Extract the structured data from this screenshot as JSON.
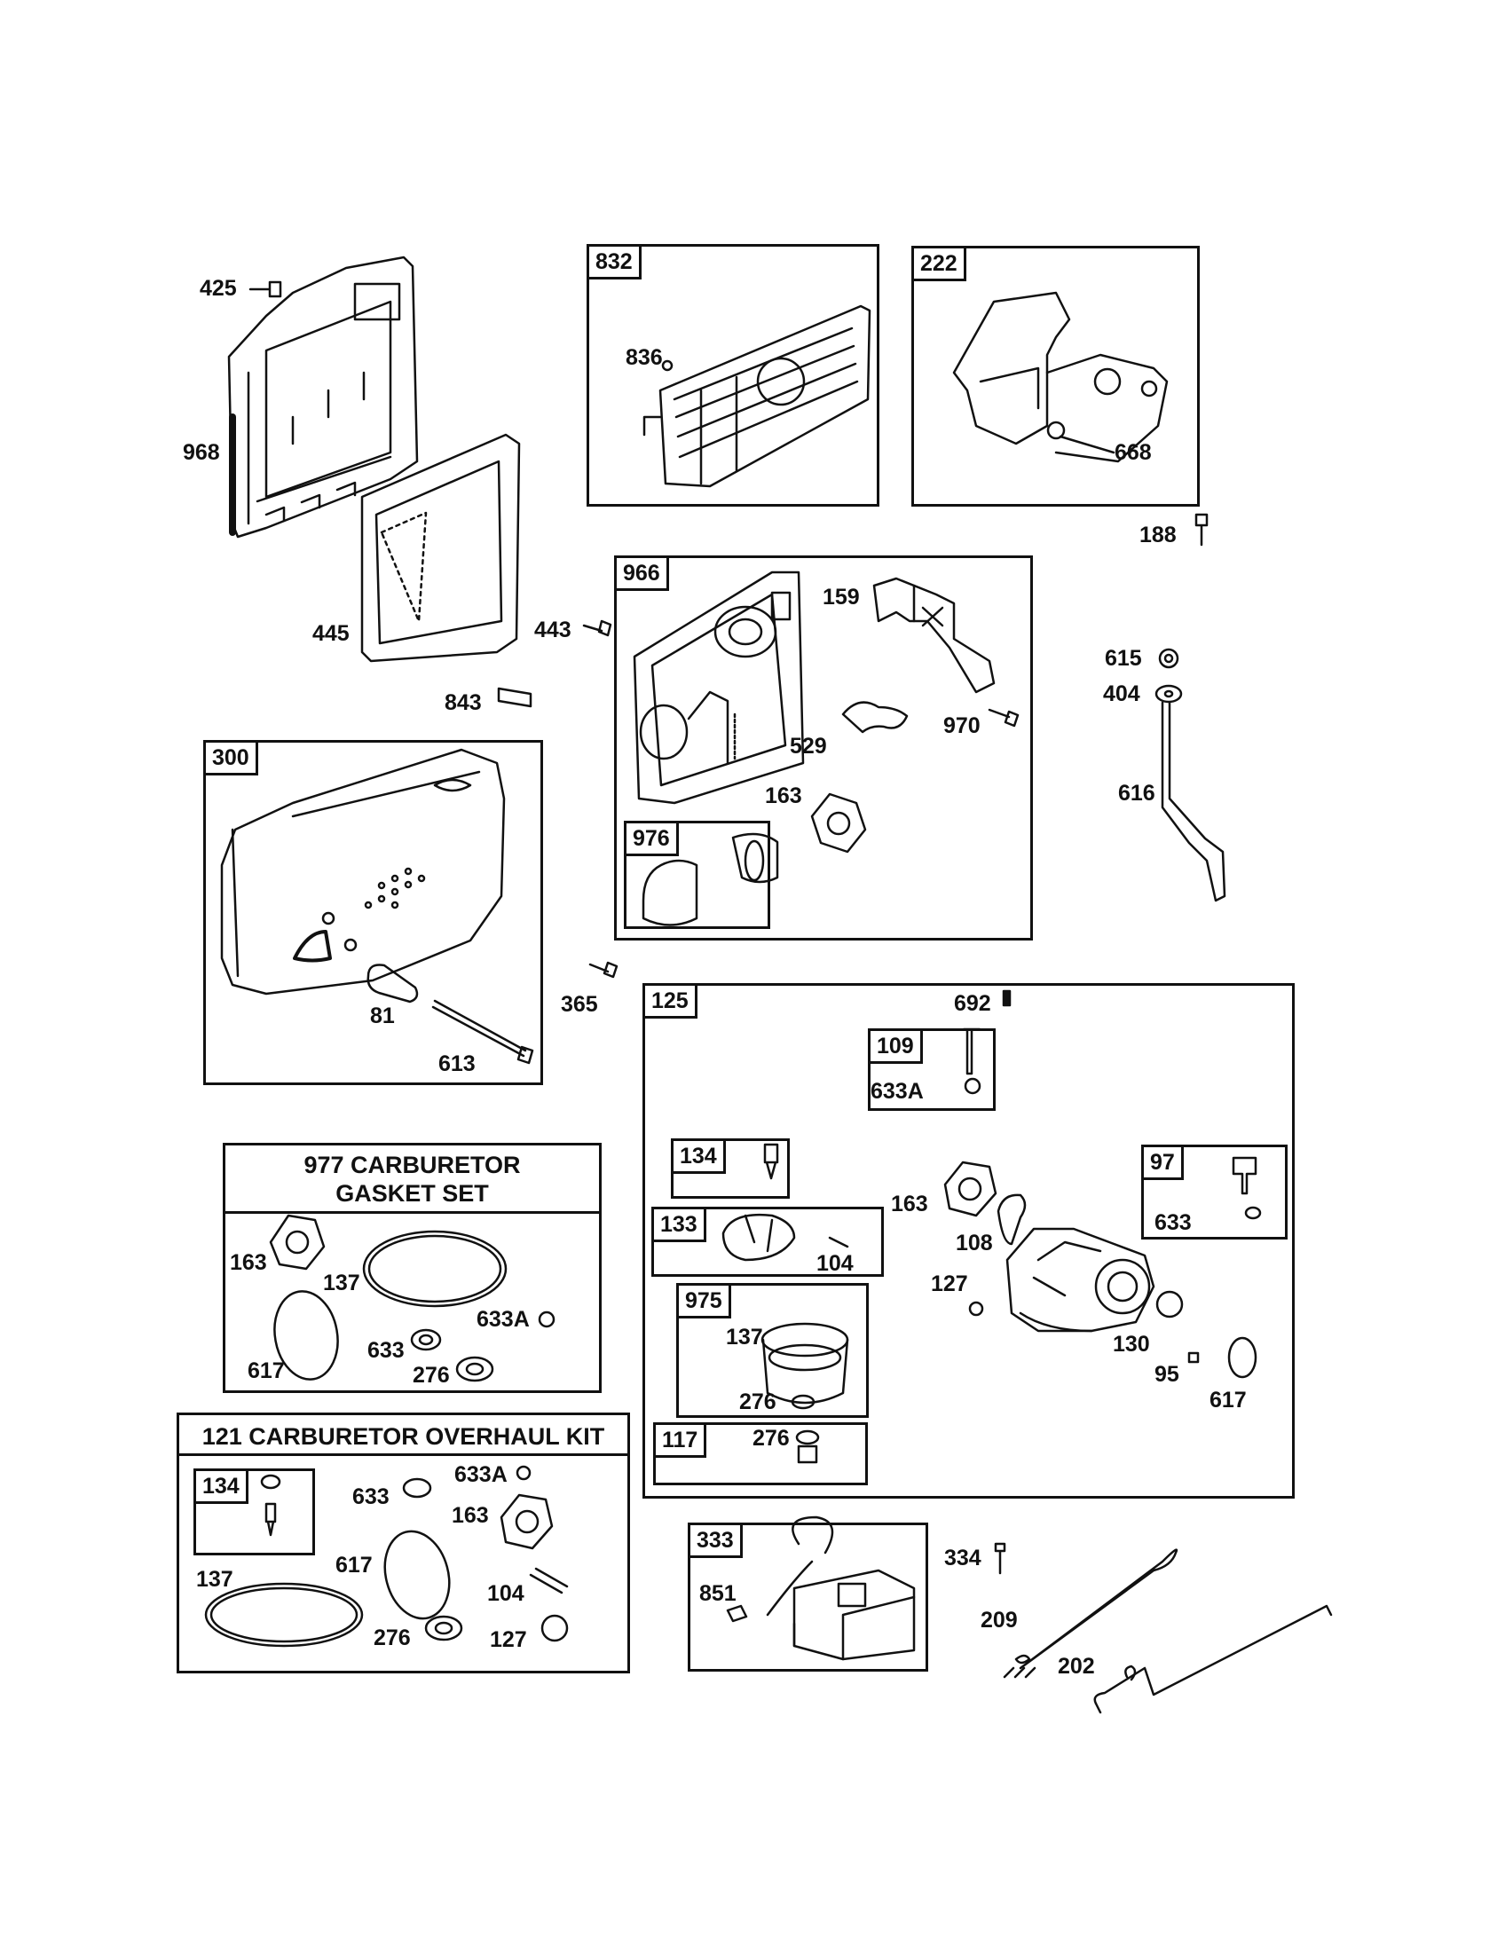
{
  "boxes": {
    "b832": {
      "tag": "832"
    },
    "b222": {
      "tag": "222"
    },
    "b966": {
      "tag": "966"
    },
    "b976": {
      "tag": "976"
    },
    "b300": {
      "tag": "300"
    },
    "b125": {
      "tag": "125"
    },
    "b109": {
      "tag": "109"
    },
    "b134a": {
      "tag": "134"
    },
    "b133": {
      "tag": "133"
    },
    "b975": {
      "tag": "975"
    },
    "b117": {
      "tag": "117"
    },
    "b97": {
      "tag": "97"
    },
    "b333": {
      "tag": "333"
    },
    "b134b": {
      "tag": "134"
    }
  },
  "kits": {
    "gasket_set": {
      "line1": "977 CARBURETOR",
      "line2": "GASKET SET"
    },
    "overhaul_kit": {
      "title": "121 CARBURETOR OVERHAUL KIT"
    }
  },
  "labels": {
    "p425": "425",
    "p968": "968",
    "p445": "445",
    "p836": "836",
    "p668": "668",
    "p188": "188",
    "p443": "443",
    "p159": "159",
    "p843": "843",
    "p615": "615",
    "p404": "404",
    "p970": "970",
    "p529": "529",
    "p163a": "163",
    "p616": "616",
    "p81": "81",
    "p613": "613",
    "p365": "365",
    "p692": "692",
    "p633a1": "633A",
    "p163b": "163",
    "p108": "108",
    "p633a": "633",
    "p104a": "104",
    "p127a": "127",
    "p137a": "137",
    "p130": "130",
    "p95": "95",
    "p617a": "617",
    "p276a": "276",
    "p276b": "276",
    "p163c": "163",
    "p137b": "137",
    "p633a2": "633A",
    "p617b": "617",
    "p633b": "633",
    "p276c": "276",
    "p633c": "633",
    "p633a3": "633A",
    "p163d": "163",
    "p617c": "617",
    "p104b": "104",
    "p137c": "137",
    "p276d": "276",
    "p127b": "127",
    "p851": "851",
    "p334": "334",
    "p209": "209",
    "p202": "202"
  }
}
